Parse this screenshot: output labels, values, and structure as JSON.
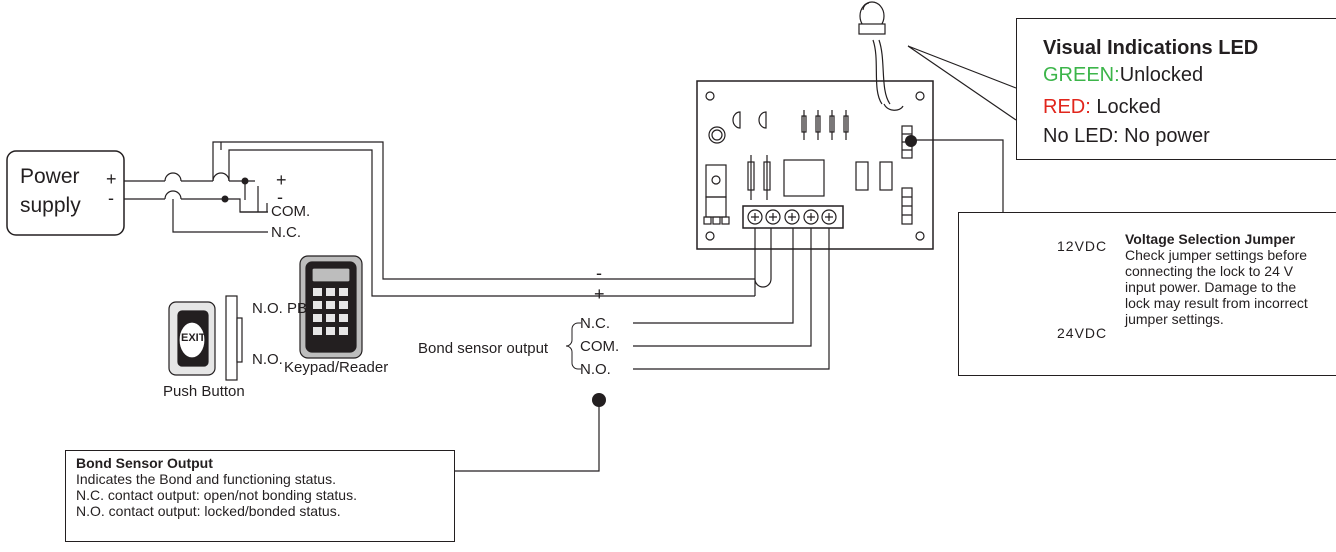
{
  "power_supply": {
    "line1": "Power",
    "line2": "supply",
    "plus": "+",
    "minus": "-"
  },
  "ps_terminals": {
    "plus": "+",
    "minus": "-",
    "com": "COM.",
    "nc": "N.C."
  },
  "board_inputs": {
    "minus": "-",
    "plus": "+"
  },
  "push_button": {
    "label": "Push Button",
    "exit_text": "EXIT",
    "nopb": "N.O. PB",
    "no": "N.O."
  },
  "keypad": {
    "label": "Keypad/Reader"
  },
  "bond_sensor": {
    "label": "Bond sensor output",
    "nc": "N.C.",
    "com": "COM.",
    "no": "N.O."
  },
  "led_callout": {
    "title": "Visual Indications LED",
    "green_key": "GREEN:",
    "green_val": "Unlocked",
    "red_key": "RED:",
    "red_val": " Locked",
    "none": "No LED: No power"
  },
  "jumper_callout": {
    "v12": "12VDC",
    "v24": "24VDC",
    "title": "Voltage Selection Jumper",
    "lines": [
      "Check jumper settings before",
      "connecting the lock to 24 V",
      "input power. Damage to the",
      "lock may result from incorrect",
      "jumper settings."
    ]
  },
  "bond_callout": {
    "title": "Bond Sensor Output",
    "lines": [
      "Indicates the Bond and functioning status.",
      "N.C. contact output: open/not bonding status.",
      "N.O. contact output: locked/bonded status."
    ]
  },
  "colors": {
    "green": "#3cb54a",
    "red": "#e1261c",
    "ink": "#231f20"
  }
}
